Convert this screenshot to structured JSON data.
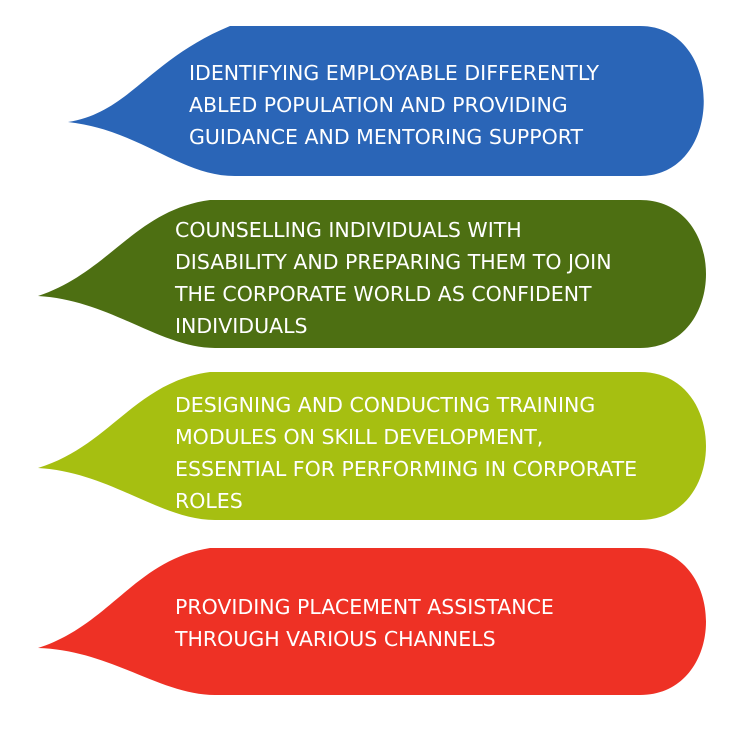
{
  "items": [
    {
      "text": "IDENTIFYING EMPLOYABLE DIFFERENTLY\nABLED POPULATION AND PROVIDING\nGUIDANCE AND MENTORING SUPPORT",
      "color": "#2a65b7"
    },
    {
      "text": "COUNSELLING INDIVIDUALS WITH\nDISABILITY AND PREPARING THEM TO JOIN\nTHE CORPORATE WORLD AS CONFIDENT\nINDIVIDUALS",
      "color": "#4d6f12"
    },
    {
      "text": "DESIGNING AND CONDUCTING TRAINING\nMODULES ON SKILL DEVELOPMENT,\nESSENTIAL FOR PERFORMING IN CORPORATE\nROLES",
      "color": "#a6bf11"
    },
    {
      "text": "PROVIDING PLACEMENT ASSISTANCE\nTHROUGH VARIOUS CHANNELS",
      "color": "#ee3125"
    }
  ]
}
